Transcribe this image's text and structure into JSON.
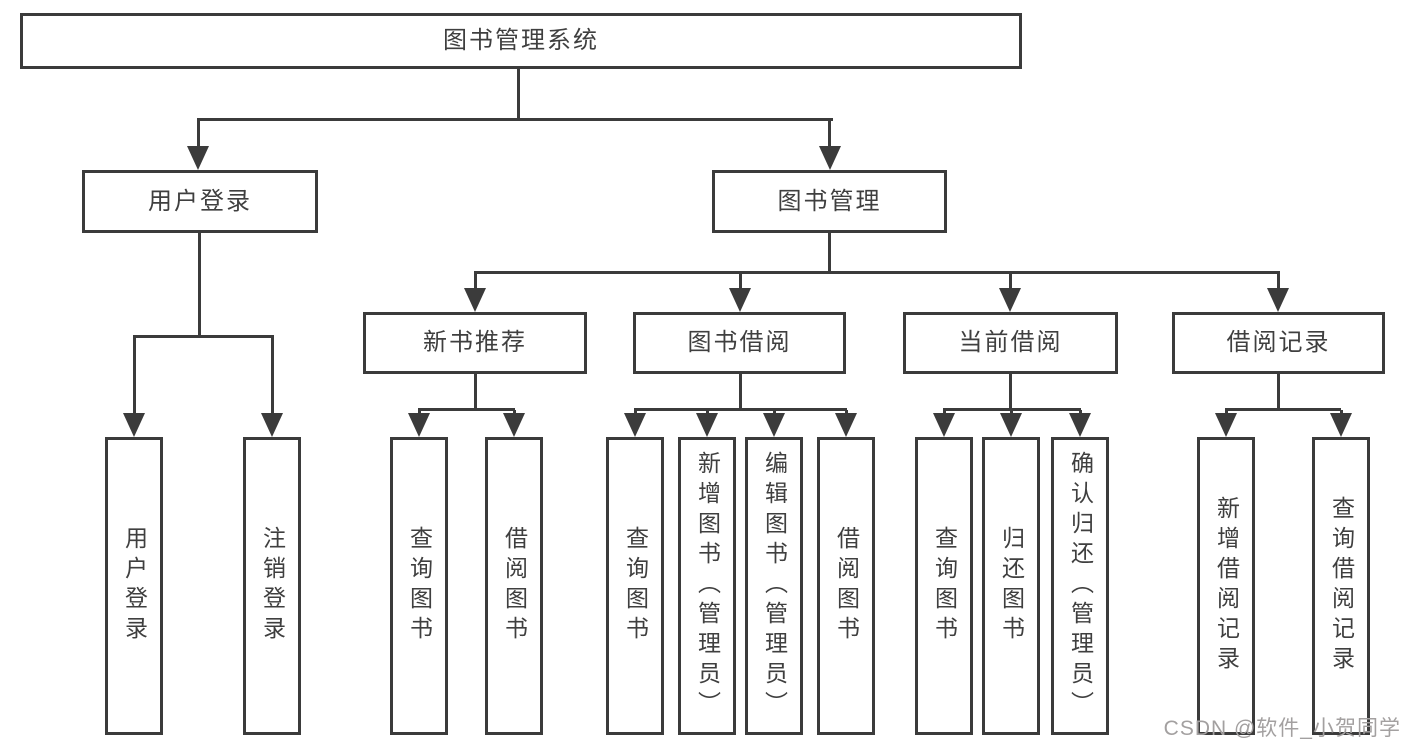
{
  "nodes": {
    "root": "图书管理系统",
    "level2": [
      "用户登录",
      "图书管理"
    ],
    "level3": [
      "新书推荐",
      "图书借阅",
      "当前借阅",
      "借阅记录"
    ],
    "leaves": {
      "user_login": [
        "用户登录",
        "注销登录"
      ],
      "new_book_rec": [
        "查询图书",
        "借阅图书"
      ],
      "book_borrow": [
        "查询图书",
        "新增图书（管理员）",
        "编辑图书（管理员）",
        "借阅图书"
      ],
      "current_borrow": [
        "查询图书",
        "归还图书",
        "确认归还（管理员）"
      ],
      "borrow_record": [
        "新增借阅记录",
        "查询借阅记录"
      ]
    }
  },
  "watermark": "CSDN @软件_小贺同学",
  "colors": {
    "line": "#3b3b3b",
    "text": "#3f3f3f",
    "watermark": "#a3a0a0",
    "background": "#ffffff"
  }
}
